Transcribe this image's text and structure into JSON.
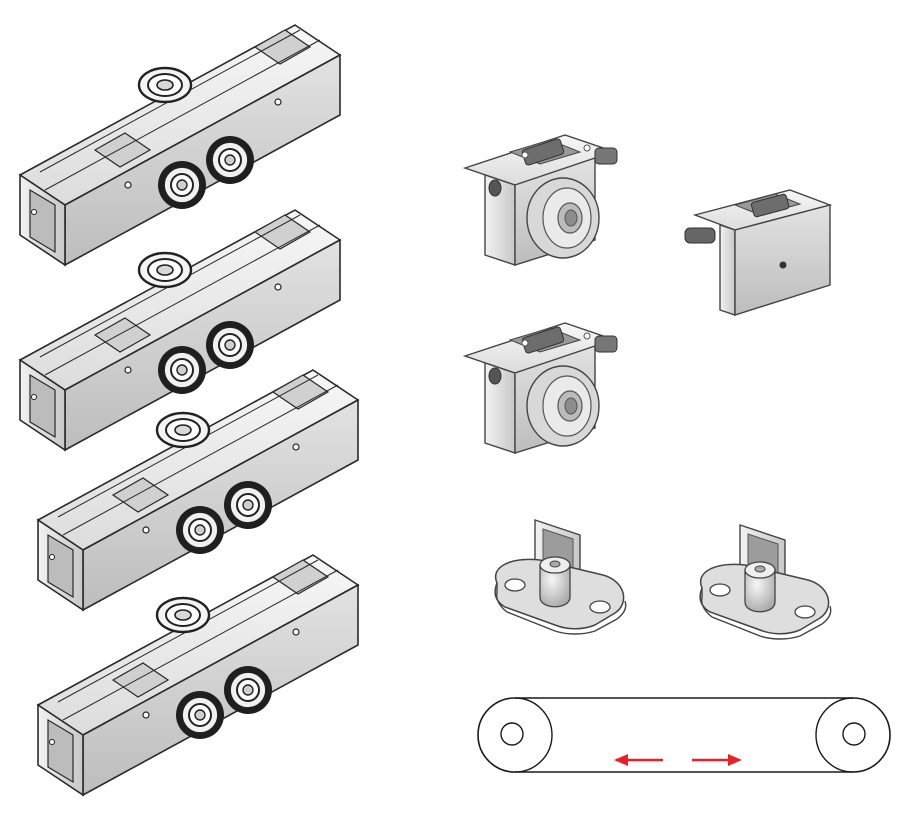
{
  "parts": {
    "carriages": [
      {
        "kind": "roller-carriage"
      },
      {
        "kind": "roller-carriage"
      },
      {
        "kind": "roller-carriage"
      },
      {
        "kind": "roller-carriage"
      }
    ],
    "brackets": [
      {
        "kind": "guide-roller-bracket"
      },
      {
        "kind": "stop-bracket"
      },
      {
        "kind": "guide-roller-bracket"
      }
    ],
    "floor_guides": [
      {
        "kind": "floor-guide"
      },
      {
        "kind": "floor-guide"
      }
    ],
    "belt": {
      "kind": "belt-loop",
      "arrow_color": "#e8202a"
    }
  },
  "colors": {
    "metal_light": "#ececec",
    "metal_mid": "#d4d4d4",
    "metal_dark": "#b0b0b0",
    "roller_dark": "#222222",
    "outline": "#2a2a2a"
  }
}
